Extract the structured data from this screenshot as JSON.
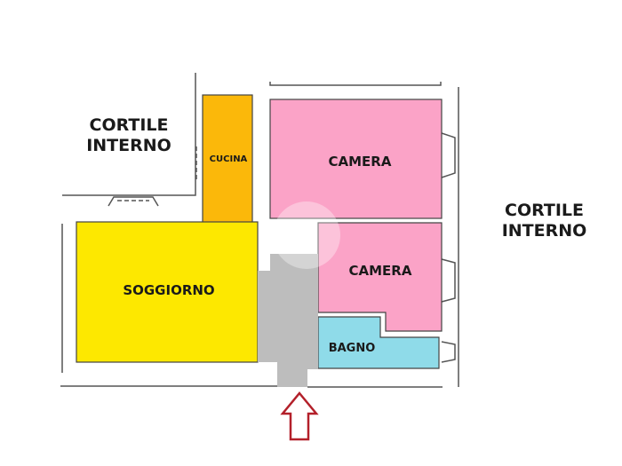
{
  "floorplan": {
    "rooms": [
      {
        "id": "cucina",
        "label": "CUCINA",
        "color": "#fbb80a"
      },
      {
        "id": "soggiorno",
        "label": "SOGGIORNO",
        "color": "#fde800"
      },
      {
        "id": "camera1",
        "label": "CAMERA",
        "color": "#fba3c7"
      },
      {
        "id": "camera2",
        "label": "CAMERA",
        "color": "#fba3c7"
      },
      {
        "id": "bagno",
        "label": "BAGNO",
        "color": "#8fdbe9"
      },
      {
        "id": "corridoio",
        "label": "",
        "color": "#bdbdbd"
      }
    ],
    "outside": {
      "left": "CORTILE\nINTERNO",
      "right": "CORTILE\nINTERNO"
    },
    "entrance_arrow_color": "#b3202a",
    "wall_color": "#555555"
  }
}
